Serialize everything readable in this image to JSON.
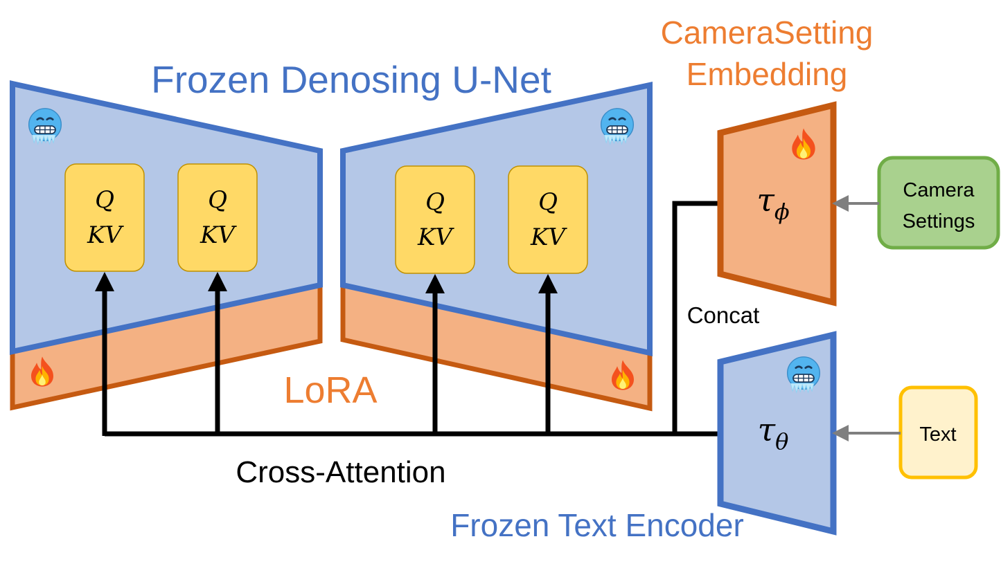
{
  "labels": {
    "unet_title": "Frozen Denosing U-Net",
    "camera_embedding_line1": "CameraSetting",
    "camera_embedding_line2": "Embedding",
    "lora": "LoRA",
    "concat": "Concat",
    "cross_attention": "Cross-Attention",
    "text_encoder": "Frozen Text Encoder"
  },
  "attention_blocks": [
    {
      "q": "Q",
      "kv": "KV"
    },
    {
      "q": "Q",
      "kv": "KV"
    },
    {
      "q": "Q",
      "kv": "KV"
    },
    {
      "q": "Q",
      "kv": "KV"
    }
  ],
  "encoders": {
    "camera": {
      "symbol": "τ",
      "subscript": "ϕ"
    },
    "text": {
      "symbol": "τ",
      "subscript": "θ"
    }
  },
  "inputs": {
    "camera_line1": "Camera",
    "camera_line2": "Settings",
    "text": "Text"
  },
  "icons": {
    "frozen": "cold-face-emoji",
    "trainable": "fire-emoji"
  },
  "colors": {
    "blue_fill": "#b4c7e7",
    "blue_stroke": "#4472c4",
    "orange_fill": "#f4b183",
    "orange_stroke": "#c55a11",
    "block_fill": "#ffd966",
    "block_stroke": "#bf9000",
    "green_fill": "#a9d18e",
    "green_stroke": "#70ad47",
    "text_fill": "#fff2cc",
    "text_stroke": "#ffc000",
    "blue_text": "#4472c4",
    "orange_text": "#ed7d31"
  }
}
